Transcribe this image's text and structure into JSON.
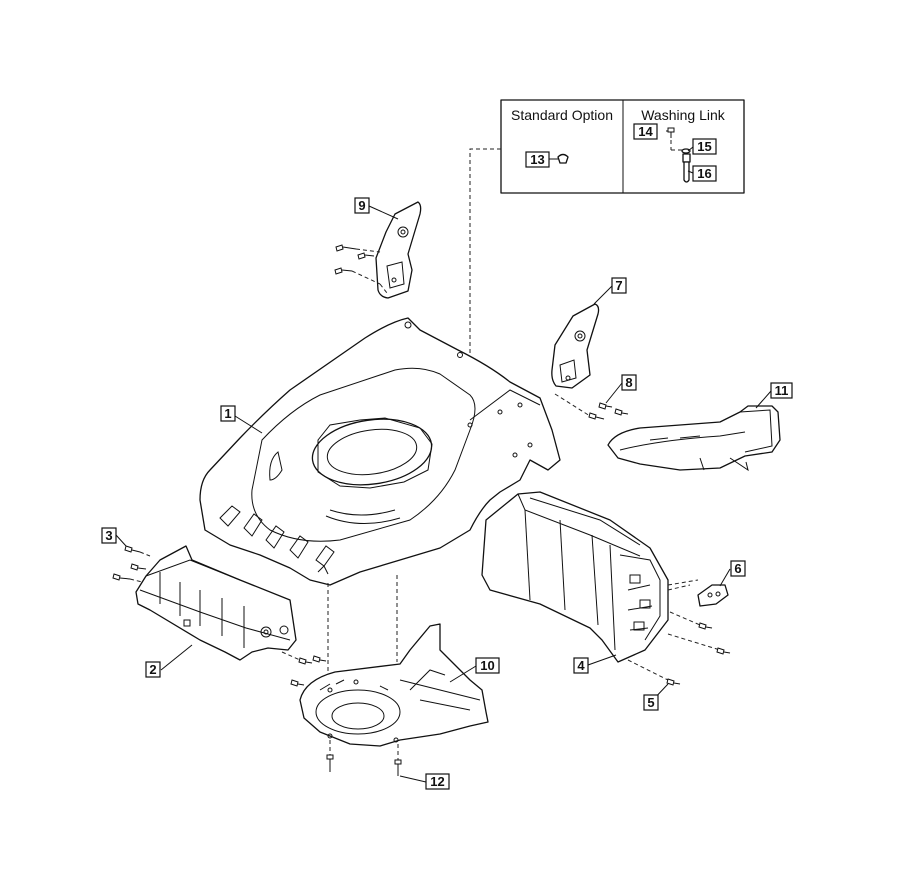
{
  "legend": {
    "standard_option": "Standard Option",
    "washing_link": "Washing Link"
  },
  "callouts": {
    "c1": "1",
    "c2": "2",
    "c3": "3",
    "c4": "4",
    "c5": "5",
    "c6": "6",
    "c7": "7",
    "c8": "8",
    "c9": "9",
    "c10": "10",
    "c11": "11",
    "c12": "12",
    "c13": "13",
    "c14": "14",
    "c15": "15",
    "c16": "16"
  },
  "colors": {
    "line": "#111111",
    "background": "#ffffff"
  }
}
